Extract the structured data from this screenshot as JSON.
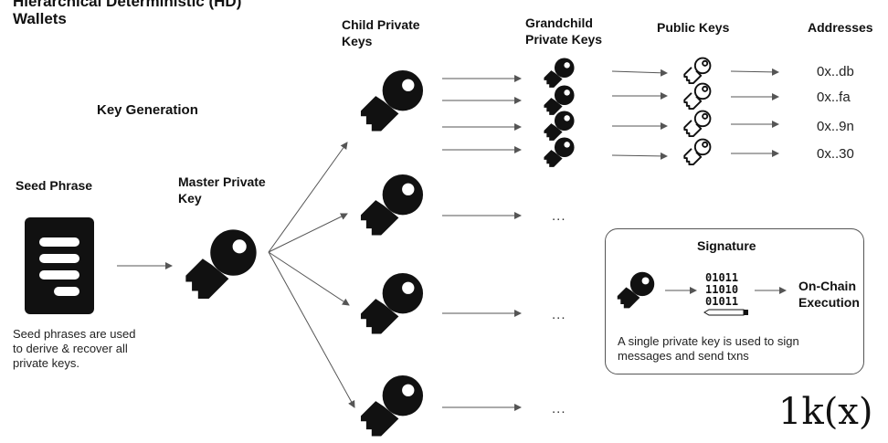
{
  "title_line1": "Hierarchical Deterministic (HD)",
  "title_line2": "Wallets",
  "key_generation_label": "Key Generation",
  "seed": {
    "label": "Seed Phrase",
    "description_lines": [
      "Seed phrases are used",
      "to derive & recover all",
      "private keys."
    ]
  },
  "master": {
    "label_line1": "Master Private",
    "label_line2": "Key"
  },
  "child": {
    "label_line1": "Child Private",
    "label_line2": "Keys"
  },
  "grandchild": {
    "label_line1": "Grandchild",
    "label_line2": "Private Keys"
  },
  "public_keys_label": "Public Keys",
  "addresses_label": "Addresses",
  "addresses": [
    "0x..db",
    "0x..fa",
    "0x..9n",
    "0x..30"
  ],
  "ellipsis": "...",
  "signature": {
    "title": "Signature",
    "binary_lines": [
      "01011",
      "11010",
      "01011"
    ],
    "result_line1": "On-Chain",
    "result_line2": "Execution",
    "description_lines": [
      "A single private key is used to sign",
      "messages and send txns"
    ]
  },
  "logo": "1k(x)"
}
